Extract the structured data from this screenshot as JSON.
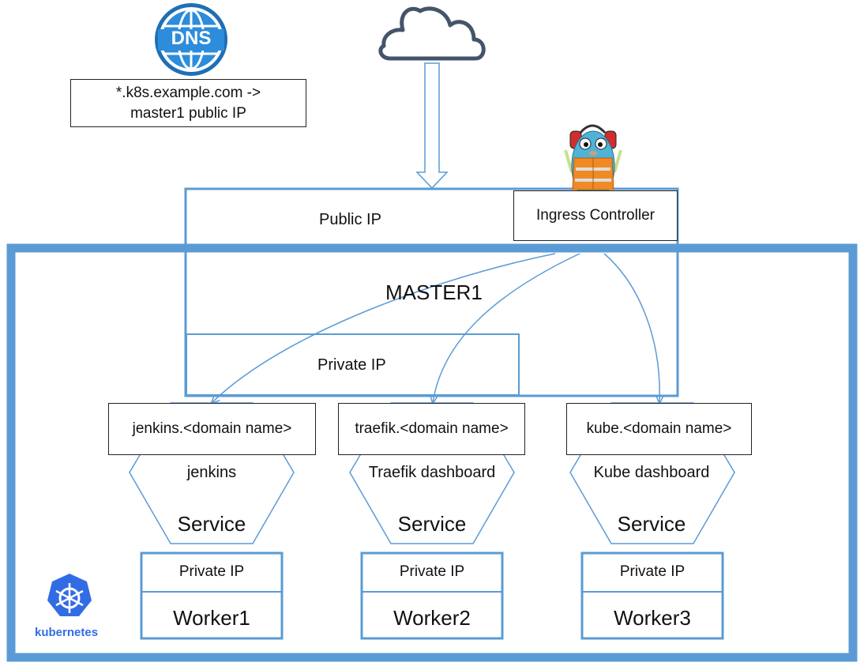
{
  "dns": {
    "icon_text": "DNS",
    "record_line1": "*.k8s.example.com ->",
    "record_line2": "master1 public IP"
  },
  "master": {
    "public_ip_label": "Public IP",
    "ingress_label": "Ingress Controller",
    "title": "MASTER1",
    "private_ip_label": "Private IP"
  },
  "services": [
    {
      "domain": "jenkins.<domain name>",
      "name": "jenkins",
      "type": "Service"
    },
    {
      "domain": "traefik.<domain name>",
      "name": "Traefik dashboard",
      "type": "Service"
    },
    {
      "domain": "kube.<domain name>",
      "name": "Kube dashboard",
      "type": "Service"
    }
  ],
  "workers": [
    {
      "ip_label": "Private IP",
      "name": "Worker1"
    },
    {
      "ip_label": "Private IP",
      "name": "Worker2"
    },
    {
      "ip_label": "Private IP",
      "name": "Worker3"
    }
  ],
  "kubernetes": {
    "logo_text": "kubernetes"
  },
  "colors": {
    "blue": "#5b9bd5",
    "dark_blue": "#2e75b6",
    "cloud_stroke": "#44546a",
    "gopher_body": "#4fb3d9"
  }
}
